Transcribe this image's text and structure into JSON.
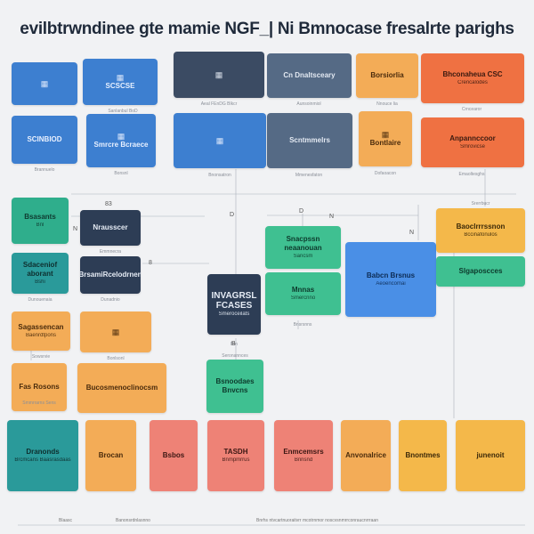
{
  "title": "evilbtrwndinee gte mamie NGF_| Ni Bmnocase  fresalrte parighs",
  "colors": {
    "blue": "#3d7fd0",
    "navy": "#3b4b63",
    "orange": "#ef7142",
    "amber": "#f3ac57",
    "teal": "#2fae8c",
    "salmon": "#ee8276",
    "gold": "#f4b84a",
    "green": "#3fc091"
  },
  "cards": [
    {
      "id": "c1",
      "color": "blue",
      "icon": "grid-icon",
      "text": "",
      "sub": "",
      "caption": ""
    },
    {
      "id": "c2",
      "color": "blue",
      "icon": "grid-icon",
      "text": "SCSCSE",
      "sub": "",
      "caption": "Sanlanbul BoD"
    },
    {
      "id": "c3",
      "color": "navy",
      "icon": "grid-icon",
      "text": "",
      "sub": "",
      "caption": "Aeal FEnDG Blkcr"
    },
    {
      "id": "c4",
      "color": "slate",
      "icon": "",
      "text": "Cn Dnaltsceary",
      "sub": "",
      "caption": "Aunsoinmiol"
    },
    {
      "id": "c5",
      "color": "amber",
      "icon": "",
      "text": "Borsiorlia",
      "sub": "",
      "caption": "Nnouce lia"
    },
    {
      "id": "c6",
      "color": "orange",
      "icon": "",
      "text": "Bhconaheua CSC",
      "sub": "Crencalodes",
      "caption": "Crncearor"
    },
    {
      "id": "c7",
      "color": "blue",
      "icon": "",
      "text": "SCINBIOD",
      "sub": "",
      "caption": "Brannuelo"
    },
    {
      "id": "c8",
      "color": "blue",
      "icon": "grid-icon",
      "text": "Smrcre Bcraece",
      "sub": "",
      "caption": "Bonsnl"
    },
    {
      "id": "c9",
      "color": "blue",
      "icon": "grid-icon",
      "text": "",
      "sub": "",
      "caption": "Bnonsatron"
    },
    {
      "id": "c10",
      "color": "slate",
      "icon": "",
      "text": "Scntmmelrs",
      "sub": "",
      "caption": "Mmenesfaton"
    },
    {
      "id": "c11",
      "color": "amber",
      "icon": "grid-icon",
      "text": "Bontlaire",
      "sub": "",
      "caption": "Dofaoacon"
    },
    {
      "id": "c12",
      "color": "orange",
      "icon": "",
      "text": "Anpannccoor",
      "sub": "Smrovicse",
      "caption": "Emaoltesghs"
    },
    {
      "id": "c13",
      "color": "teal",
      "icon": "",
      "text": "Bsasants",
      "sub": "Bnl",
      "caption": ""
    },
    {
      "id": "c14",
      "color": "dark",
      "icon": "",
      "text": "Nrausscer",
      "sub": "",
      "caption": "Emmnecra"
    },
    {
      "id": "c15",
      "color": "teal2",
      "icon": "",
      "text": "Sdaceniof aborant",
      "sub": "Bshi",
      "caption": "Dunouenaia"
    },
    {
      "id": "c16",
      "color": "dark",
      "icon": "",
      "text": "BrsamiRcelodrnen",
      "sub": "",
      "caption": "Dunadnio"
    },
    {
      "id": "c17",
      "color": "green",
      "icon": "",
      "text": "Snacpssn neaanouan",
      "sub": "Sancsm",
      "caption": ""
    },
    {
      "id": "c18",
      "color": "green",
      "icon": "",
      "text": "Mnnas",
      "sub": "Smercnno",
      "caption": "Bnsrsnns"
    },
    {
      "id": "c19",
      "color": "dark",
      "icon": "",
      "text": "INVAGRSL FCASES",
      "sub": "Smeroceilats",
      "caption": "Brn"
    },
    {
      "id": "c20",
      "color": "lblue",
      "icon": "",
      "text": "Babcn Brsnus",
      "sub": "Aeoencomai",
      "caption": ""
    },
    {
      "id": "c21",
      "color": "gold",
      "icon": "",
      "text": "Baoclrrrssnon",
      "sub": "Bccinafonulos",
      "caption": "Srerrbucr"
    },
    {
      "id": "c22",
      "color": "green",
      "icon": "",
      "text": "Slgaposcces",
      "sub": "",
      "caption": ""
    },
    {
      "id": "c23",
      "color": "amber",
      "icon": "",
      "text": "Sagassencan",
      "sub": "Baenrdtpons",
      "caption": "Sowsrvie"
    },
    {
      "id": "c24",
      "color": "amber",
      "icon": "grid-icon",
      "text": "",
      "sub": "",
      "caption": "Bonlsonl"
    },
    {
      "id": "c25",
      "color": "amber",
      "icon": "",
      "text": "Fas Rosons",
      "sub": "",
      "caption": "Smmrrarns Sens"
    },
    {
      "id": "c26",
      "color": "amber",
      "icon": "",
      "text": "Bucosmenoclinocsm",
      "sub": "",
      "caption": ""
    },
    {
      "id": "c27",
      "color": "green",
      "icon": "",
      "text": "Bsnoodaes Bnvcns",
      "sub": "",
      "caption": "Seronannces"
    },
    {
      "id": "c28",
      "color": "teal2",
      "icon": "",
      "text": "Dranonds",
      "sub": "Brcmcans  Baasrasdaas",
      "caption": ""
    },
    {
      "id": "c29",
      "color": "amber",
      "icon": "",
      "text": "Brocan",
      "sub": "",
      "caption": ""
    },
    {
      "id": "c30",
      "color": "salmon",
      "icon": "",
      "text": "Bsbos",
      "sub": "",
      "caption": ""
    },
    {
      "id": "c31",
      "color": "salmon",
      "icon": "",
      "text": "TASDH",
      "sub": "Bnmpmrrus",
      "caption": ""
    },
    {
      "id": "c32",
      "color": "salmon",
      "icon": "",
      "text": "Enmcemsrs",
      "sub": "Bnnsnd",
      "caption": ""
    },
    {
      "id": "c33",
      "color": "amber",
      "icon": "",
      "text": "Anvonalrice",
      "sub": "",
      "caption": ""
    },
    {
      "id": "c34",
      "color": "gold",
      "icon": "",
      "text": "Bnontmes",
      "sub": "",
      "caption": ""
    },
    {
      "id": "c35",
      "color": "gold",
      "icon": "",
      "text": "junenoit",
      "sub": "",
      "caption": ""
    }
  ],
  "markers": [
    "83",
    "N",
    "D",
    "N",
    "8",
    "D",
    "N",
    "B"
  ],
  "footer": {
    "f1": "Blaasc",
    "f2": "Banonsrdnlasnno",
    "f3": "Bnrhs ntvcartnuoraitvrr mcotrnmor  noscvsnmrrconraucnrrraan"
  }
}
